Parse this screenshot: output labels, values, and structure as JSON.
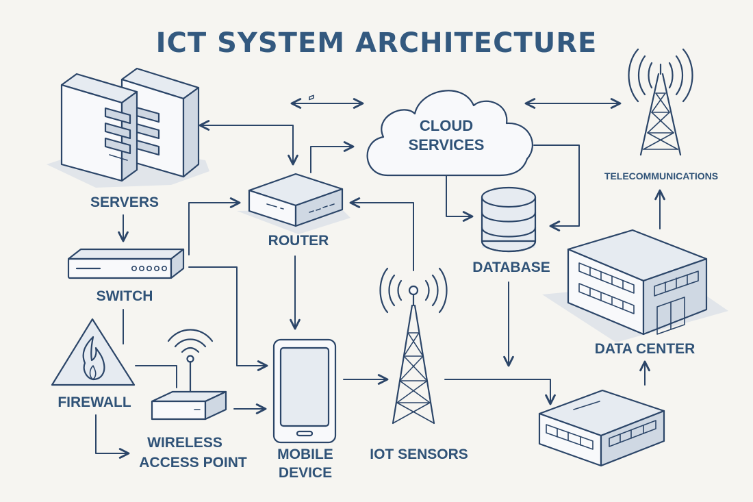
{
  "title": "ICT SYSTEM ARCHITECTURE",
  "nodes": {
    "servers": "SERVERS",
    "switch": "SWITCH",
    "firewall": "FIREWALL",
    "wap_line1": "WIRELESS",
    "wap_line2": "ACCESS POINT",
    "router": "ROUTER",
    "mobile_line1": "MOBILE",
    "mobile_line2": "DEVICE",
    "iot": "IOT SENSORS",
    "cloud_line1": "CLOUD",
    "cloud_line2": "SERVICES",
    "database": "DATABASE",
    "datacenter": "DATA CENTER",
    "telecom": "TELECOMMUNICATIONS"
  },
  "colors": {
    "background": "#f6f5f1",
    "stroke": "#2b4568",
    "label": "#2f5277",
    "fill_light": "#e6ebf1"
  }
}
